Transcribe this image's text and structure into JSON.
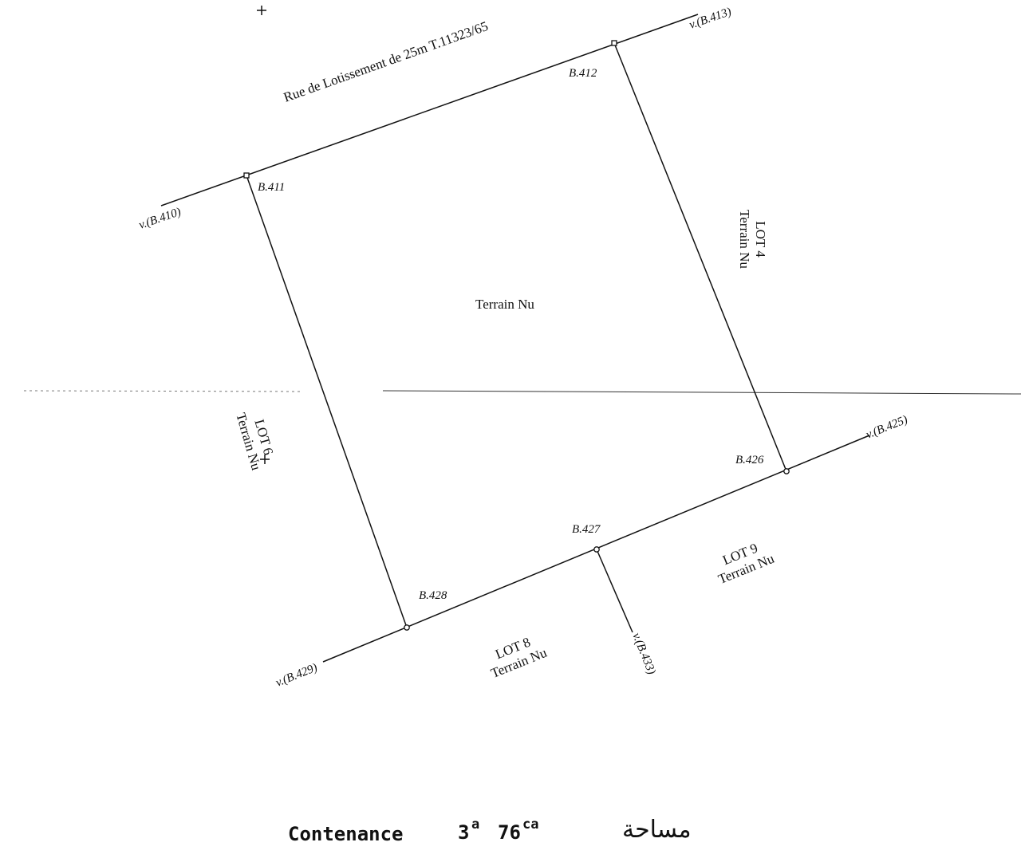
{
  "street": {
    "label": "Rue de Lotissement de 25m  T.11323/65"
  },
  "parcel": {
    "label": "Terrain Nu"
  },
  "boundary_marks": {
    "b411": "B.411",
    "b412": "B.412",
    "b426": "B.426",
    "b427": "B.427",
    "b428": "B.428"
  },
  "references": {
    "v410": "v.(B.410)",
    "v413": "v.(B.413)",
    "v425": "v.(B.425)",
    "v429": "v.(B.429)",
    "v433": "v.(B.433)"
  },
  "neighbors": {
    "lot4": {
      "name": "LOT 4",
      "desc": "Terrain Nu"
    },
    "lot6": {
      "name": "LOT 6",
      "desc": "Terrain Nu"
    },
    "lot8": {
      "name": "LOT 8",
      "desc": "Terrain Nu"
    },
    "lot9": {
      "name": "LOT 9",
      "desc": "Terrain Nu"
    }
  },
  "area": {
    "label": "Contenance",
    "ares": "3",
    "ares_unit": "a",
    "centiares": "76",
    "centiares_unit": "ca",
    "label_ar": "مساحة"
  }
}
